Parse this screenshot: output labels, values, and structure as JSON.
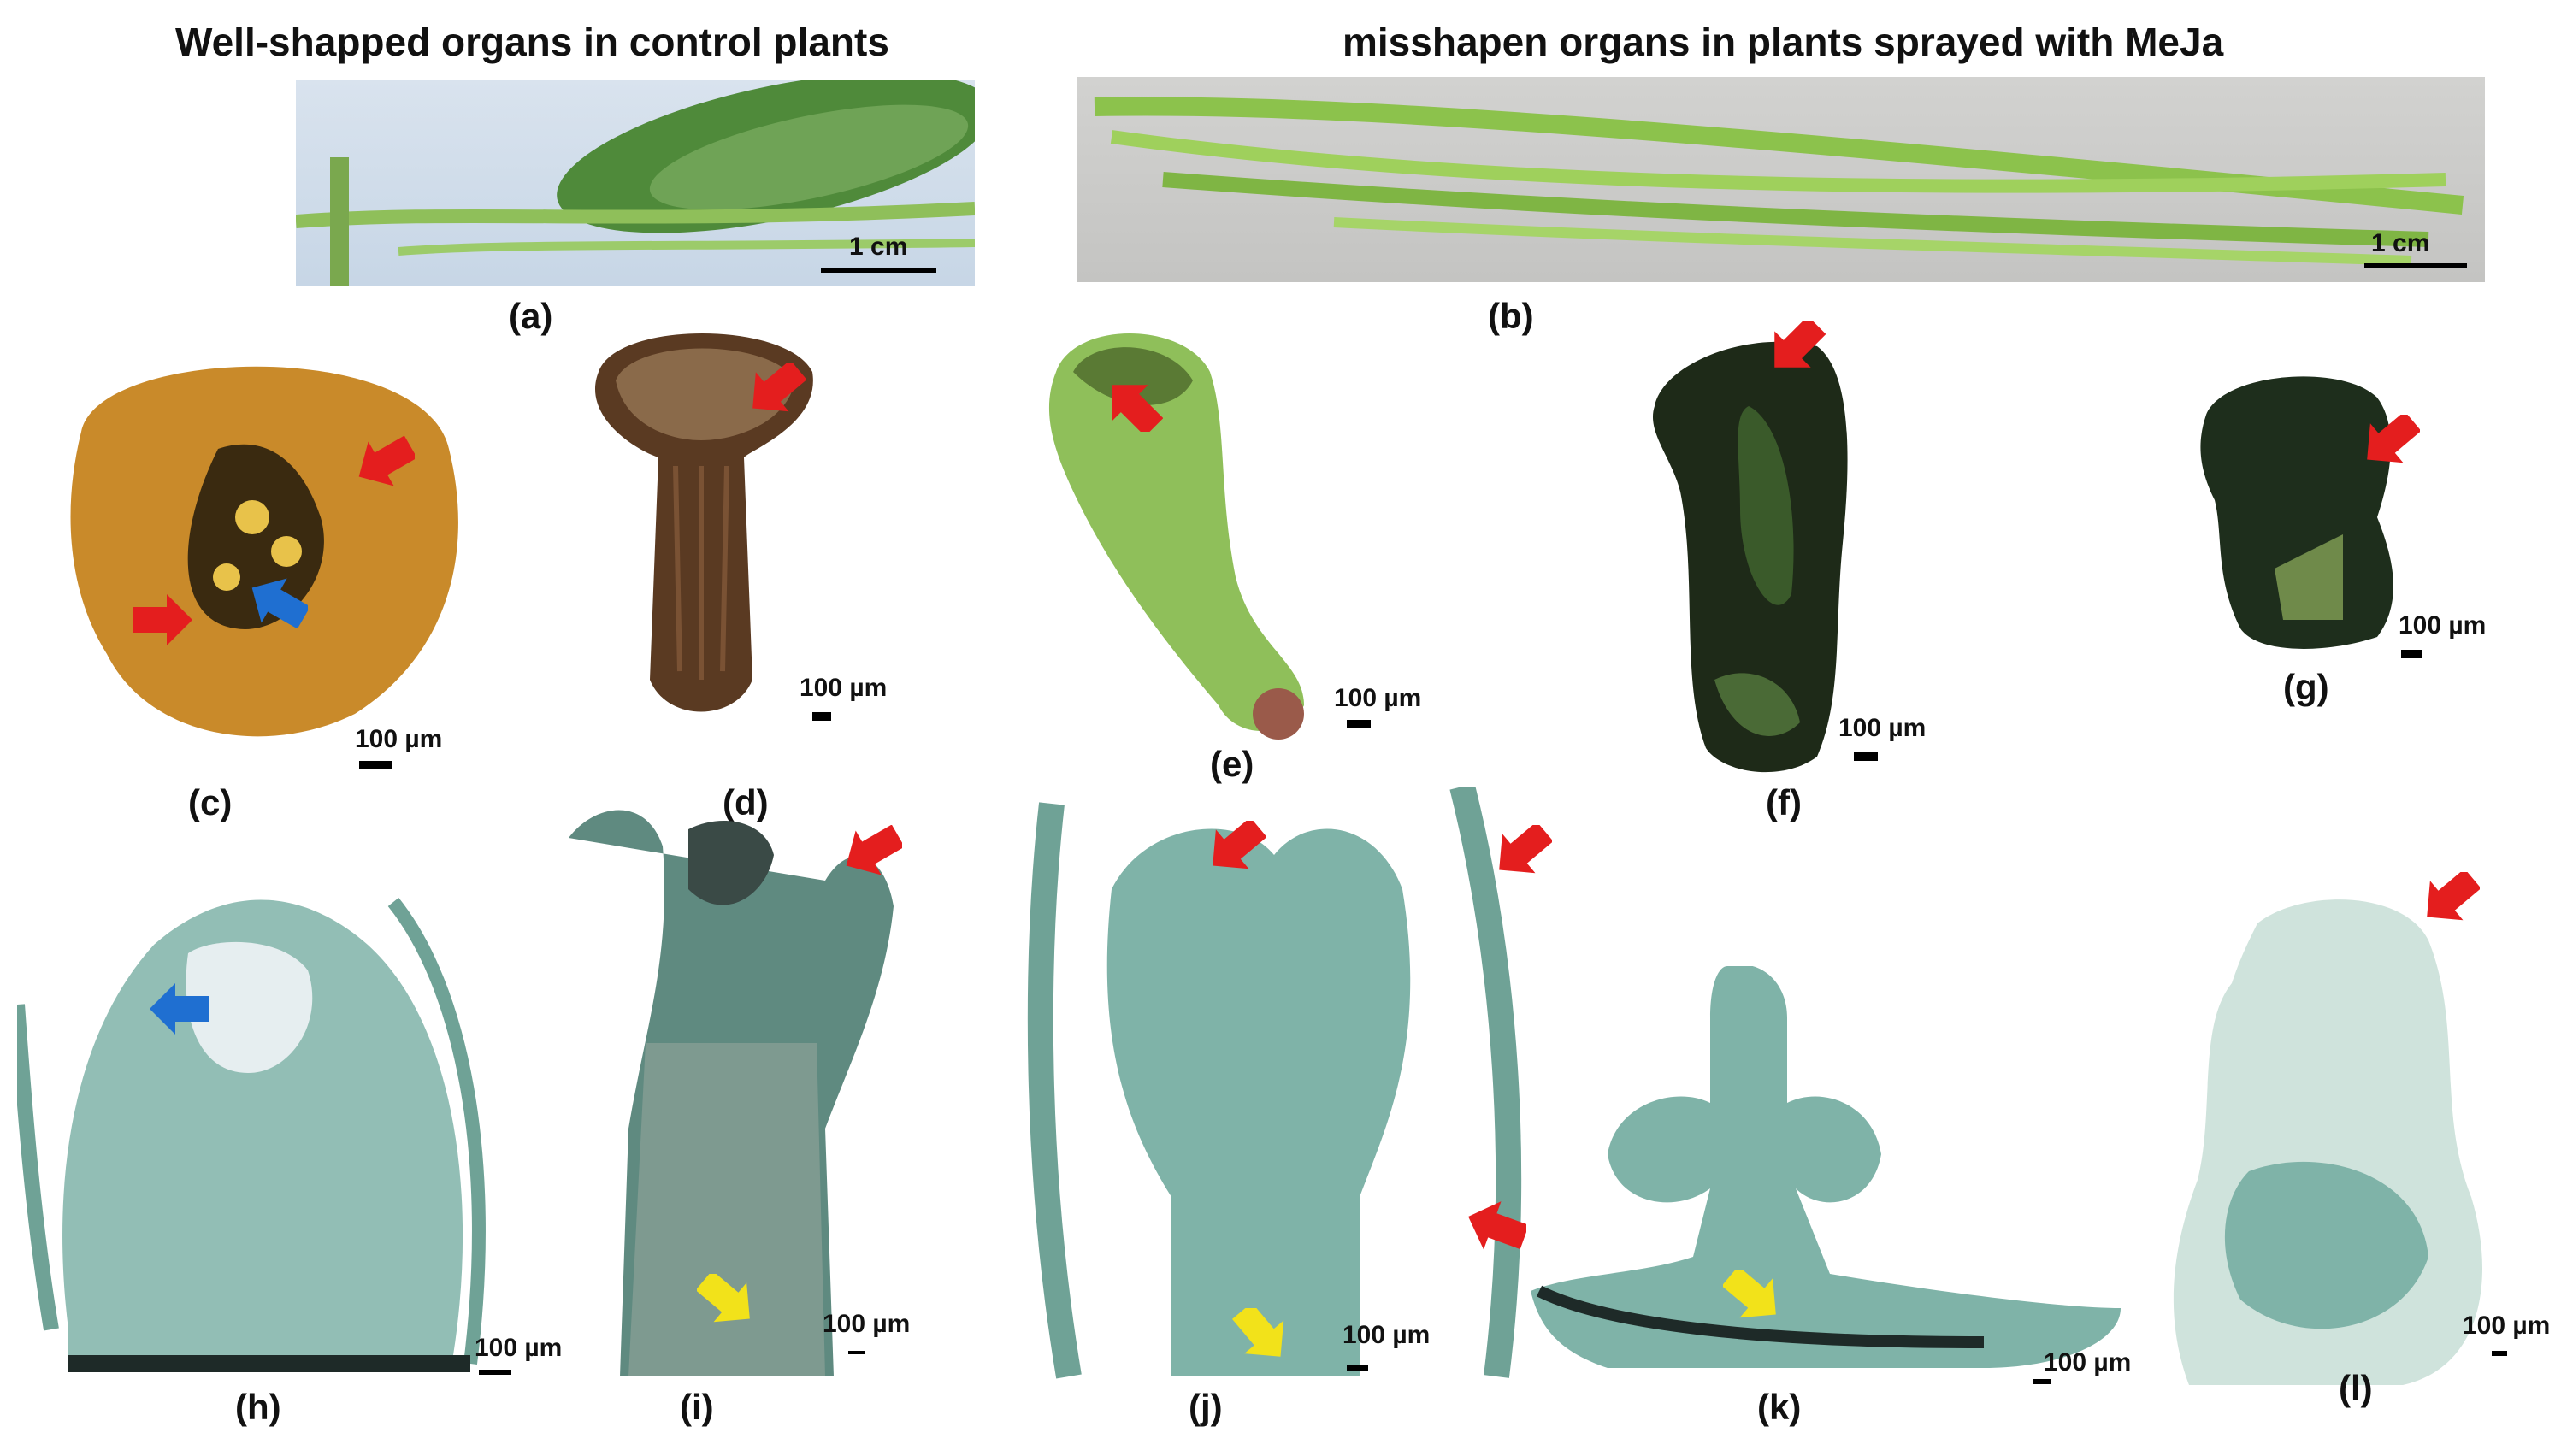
{
  "headings": {
    "left": "Well-shapped organs in control plants",
    "right": "misshapen organs in plants sprayed with MeJa"
  },
  "scale_labels": {
    "cm": "1 cm",
    "um": "100 µm"
  },
  "panel_labels": [
    "(a)",
    "(b)",
    "(c)",
    "(d)",
    "(e)",
    "(f)",
    "(g)",
    "(h)",
    "(i)",
    "(j)",
    "(k)",
    "(l)"
  ],
  "colors": {
    "red_arrow": "#e41e1e",
    "blue_arrow": "#1f6fd1",
    "yellow_arrow": "#f2e21a",
    "section_stain": "#7fb3a8",
    "control_bud": "#c98a2a",
    "meja_bud": "#8fbf5a"
  }
}
